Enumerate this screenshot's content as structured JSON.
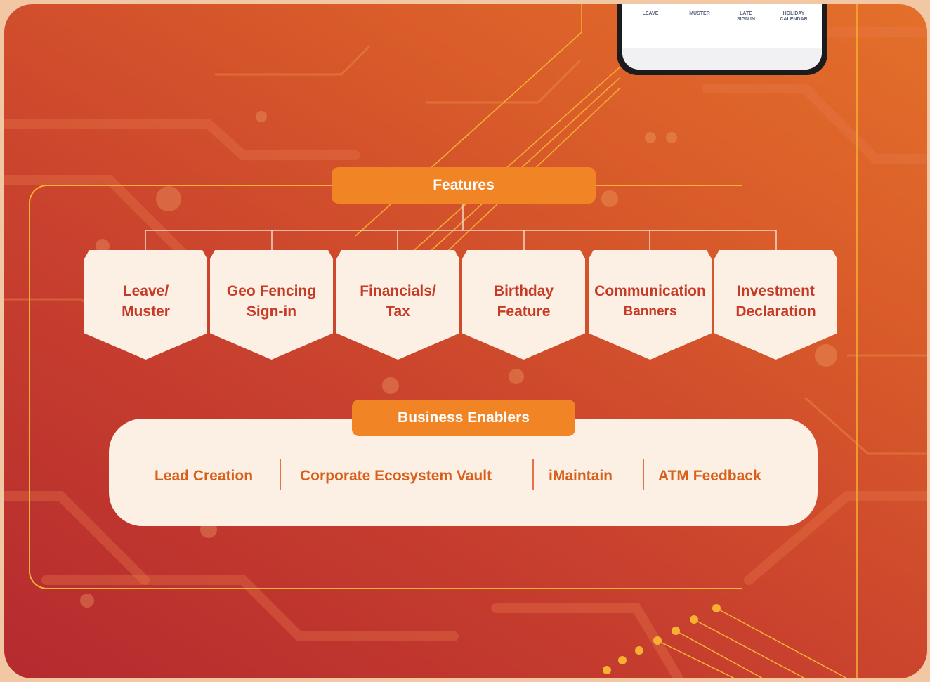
{
  "phone": {
    "labels": [
      "LEAVE",
      "MUSTER",
      "LATE\nSIGN IN",
      "HOLIDAY\nCALENDAR"
    ]
  },
  "features": {
    "title": "Features",
    "items": [
      {
        "line1": "Leave/",
        "line2": "Muster"
      },
      {
        "line1": "Geo Fencing",
        "line2": "Sign-in"
      },
      {
        "line1": "Financials/",
        "line2": "Tax"
      },
      {
        "line1": "Birthday",
        "line2": "Feature"
      },
      {
        "line1": "Communication",
        "line2": "Banners"
      },
      {
        "line1": "Investment",
        "line2": "Declaration"
      }
    ]
  },
  "business_enablers": {
    "title": "Business Enablers",
    "items": [
      "Lead Creation",
      "Corporate Ecosystem Vault",
      "iMaintain",
      "ATM Feedback"
    ]
  },
  "colors": {
    "background_gradient": [
      "#b52a2f",
      "#e4702a"
    ],
    "pill": "#f18424",
    "card": "#fcefe3",
    "card_text": "#c73a26",
    "enabler_text": "#d9601c",
    "frame_line": "#f2b233"
  }
}
